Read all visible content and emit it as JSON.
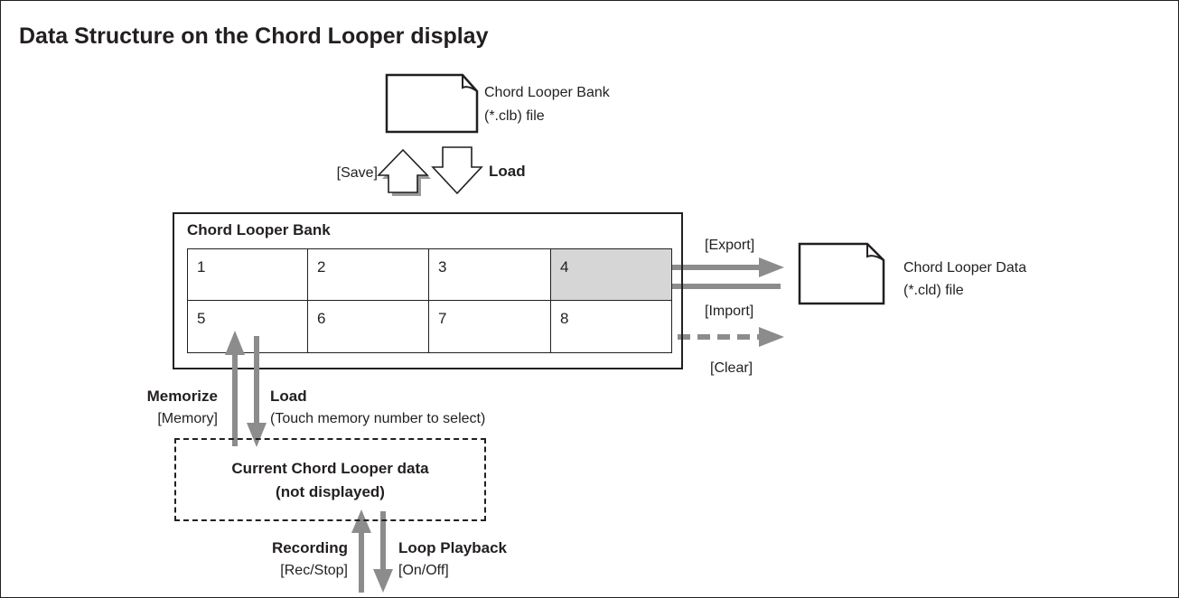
{
  "title": "Data Structure on the Chord Looper display",
  "bank_file": {
    "line1": "Chord Looper Bank",
    "line2": "(*.clb) file"
  },
  "save_label": "[Save]",
  "load_label": "Load",
  "bank": {
    "title": "Chord Looper Bank",
    "cells": [
      "1",
      "2",
      "3",
      "4",
      "5",
      "6",
      "7",
      "8"
    ],
    "selected": "4"
  },
  "export_label": "[Export]",
  "import_label": "[Import]",
  "clear_label": "[Clear]",
  "data_file": {
    "line1": "Chord Looper Data",
    "line2": "(*.cld) file"
  },
  "memorize": {
    "title": "Memorize",
    "sub": "[Memory]"
  },
  "load_memory": {
    "title": "Load",
    "sub": "(Touch memory number to select)"
  },
  "current": {
    "line1": "Current Chord Looper data",
    "line2": "(not displayed)"
  },
  "recording": {
    "title": "Recording",
    "sub": "[Rec/Stop]"
  },
  "loop_playback": {
    "title": "Loop Playback",
    "sub": "[On/Off]"
  },
  "colors": {
    "arrow_gray": "#8c8c8c",
    "selected_cell": "#d6d6d6",
    "line": "#231f20"
  }
}
